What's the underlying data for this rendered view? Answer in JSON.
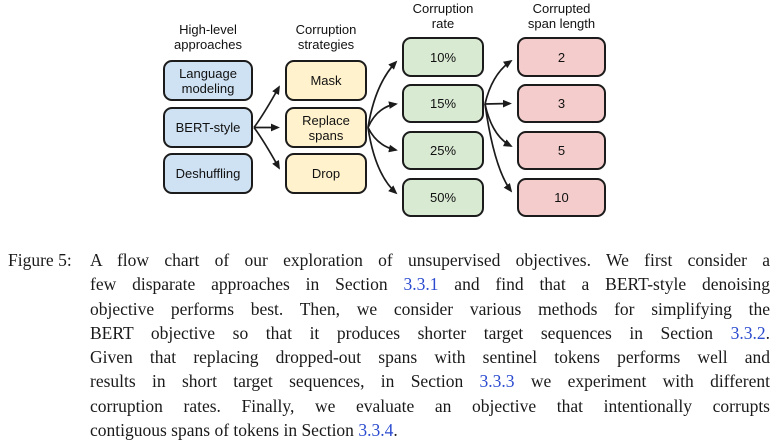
{
  "figure": {
    "columns": [
      {
        "header": "High-level\napproaches",
        "boxes": [
          {
            "label": "Language\nmodeling"
          },
          {
            "label": "BERT-style"
          },
          {
            "label": "Deshuffling"
          }
        ]
      },
      {
        "header": "Corruption\nstrategies",
        "boxes": [
          {
            "label": "Mask"
          },
          {
            "label": "Replace\nspans"
          },
          {
            "label": "Drop"
          }
        ]
      },
      {
        "header": "Corruption\nrate",
        "boxes": [
          {
            "label": "10%"
          },
          {
            "label": "15%"
          },
          {
            "label": "25%"
          },
          {
            "label": "50%"
          }
        ]
      },
      {
        "header": "Corrupted\nspan length",
        "boxes": [
          {
            "label": "2"
          },
          {
            "label": "3"
          },
          {
            "label": "5"
          },
          {
            "label": "10"
          }
        ]
      }
    ],
    "edges": [
      {
        "from": "BERT-style",
        "to": "Mask"
      },
      {
        "from": "BERT-style",
        "to": "Replace spans"
      },
      {
        "from": "BERT-style",
        "to": "Drop"
      },
      {
        "from": "Replace spans",
        "to": "10%"
      },
      {
        "from": "Replace spans",
        "to": "15%"
      },
      {
        "from": "Replace spans",
        "to": "25%"
      },
      {
        "from": "Replace spans",
        "to": "50%"
      },
      {
        "from": "15%",
        "to": "2"
      },
      {
        "from": "15%",
        "to": "3"
      },
      {
        "from": "15%",
        "to": "5"
      },
      {
        "from": "15%",
        "to": "10"
      }
    ]
  },
  "colors": {
    "box_blue": "#cfe2f3",
    "box_yellow": "#fff2cc",
    "box_green": "#d9ead3",
    "box_red": "#f4cccc",
    "border": "#1b1b1b",
    "link_blue": "#2b4bcf",
    "text": "#1a1a1a"
  },
  "caption": {
    "label": "Figure 5:",
    "lines": [
      [
        {
          "t": "A flow chart of our exploration of unsupervised objectives. We first consider a"
        }
      ],
      [
        {
          "t": "few disparate approaches in Section "
        },
        {
          "t": "3.3.1"
        },
        {
          "t": " and find that a BERT-style denoising"
        }
      ],
      [
        {
          "t": "objective performs best. Then, we consider various methods for simplifying the"
        }
      ],
      [
        {
          "t": "BERT objective so that it produces shorter target sequences in Section "
        },
        {
          "t": "3.3.2"
        },
        {
          "t": "."
        }
      ],
      [
        {
          "t": "Given that replacing dropped-out spans with sentinel tokens performs well and"
        }
      ],
      [
        {
          "t": "results in short target sequences, in Section "
        },
        {
          "t": "3.3.3"
        },
        {
          "t": " we experiment with different"
        }
      ],
      [
        {
          "t": "corruption rates. Finally, we evaluate an objective that intentionally corrupts"
        }
      ],
      [
        {
          "t": "contiguous spans of tokens in Section "
        },
        {
          "t": "3.3.4"
        },
        {
          "t": "."
        }
      ]
    ]
  }
}
